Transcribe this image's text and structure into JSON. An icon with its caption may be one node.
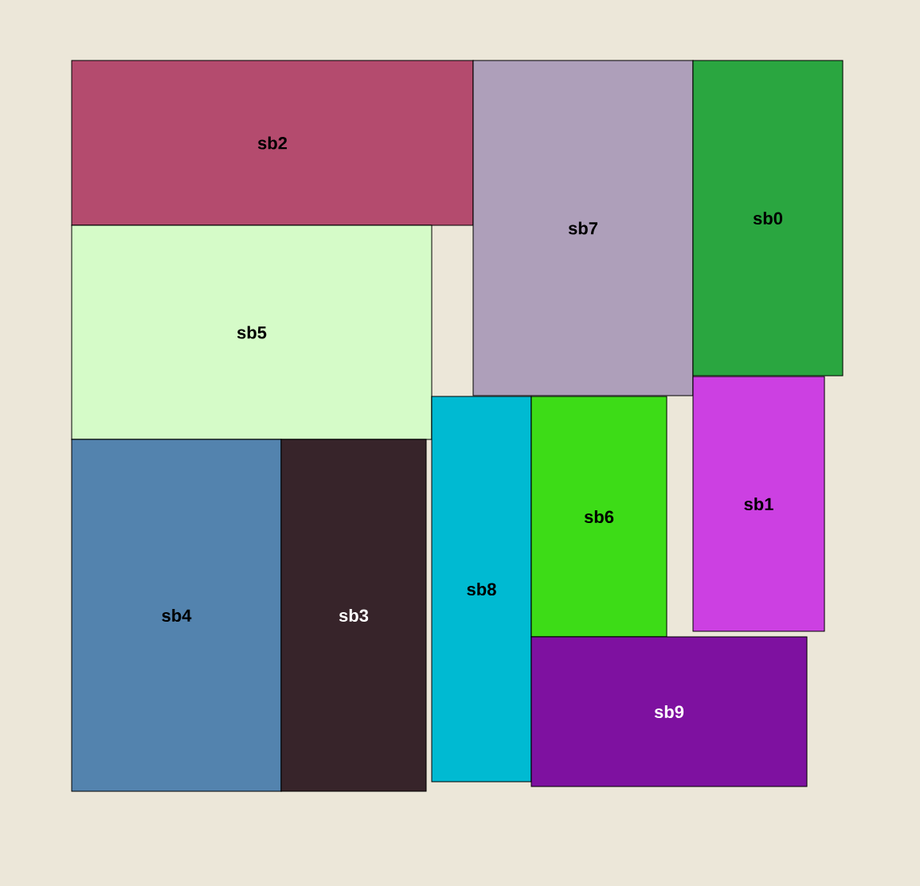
{
  "diagram": {
    "nodes": [
      {
        "text": [
          "sb2"
        ]
      },
      {
        "text": [
          "sb7"
        ]
      },
      {
        "text": [
          "sb0"
        ]
      },
      {
        "text": [
          "sb5"
        ]
      },
      {
        "text": [
          "sb1"
        ]
      },
      {
        "text": [
          "sb8"
        ]
      },
      {
        "text": [
          "sb6"
        ]
      },
      {
        "text": [
          "sb4"
        ]
      },
      {
        "text": [
          "sb3"
        ]
      },
      {
        "text": [
          "sb9"
        ]
      }
    ]
  }
}
